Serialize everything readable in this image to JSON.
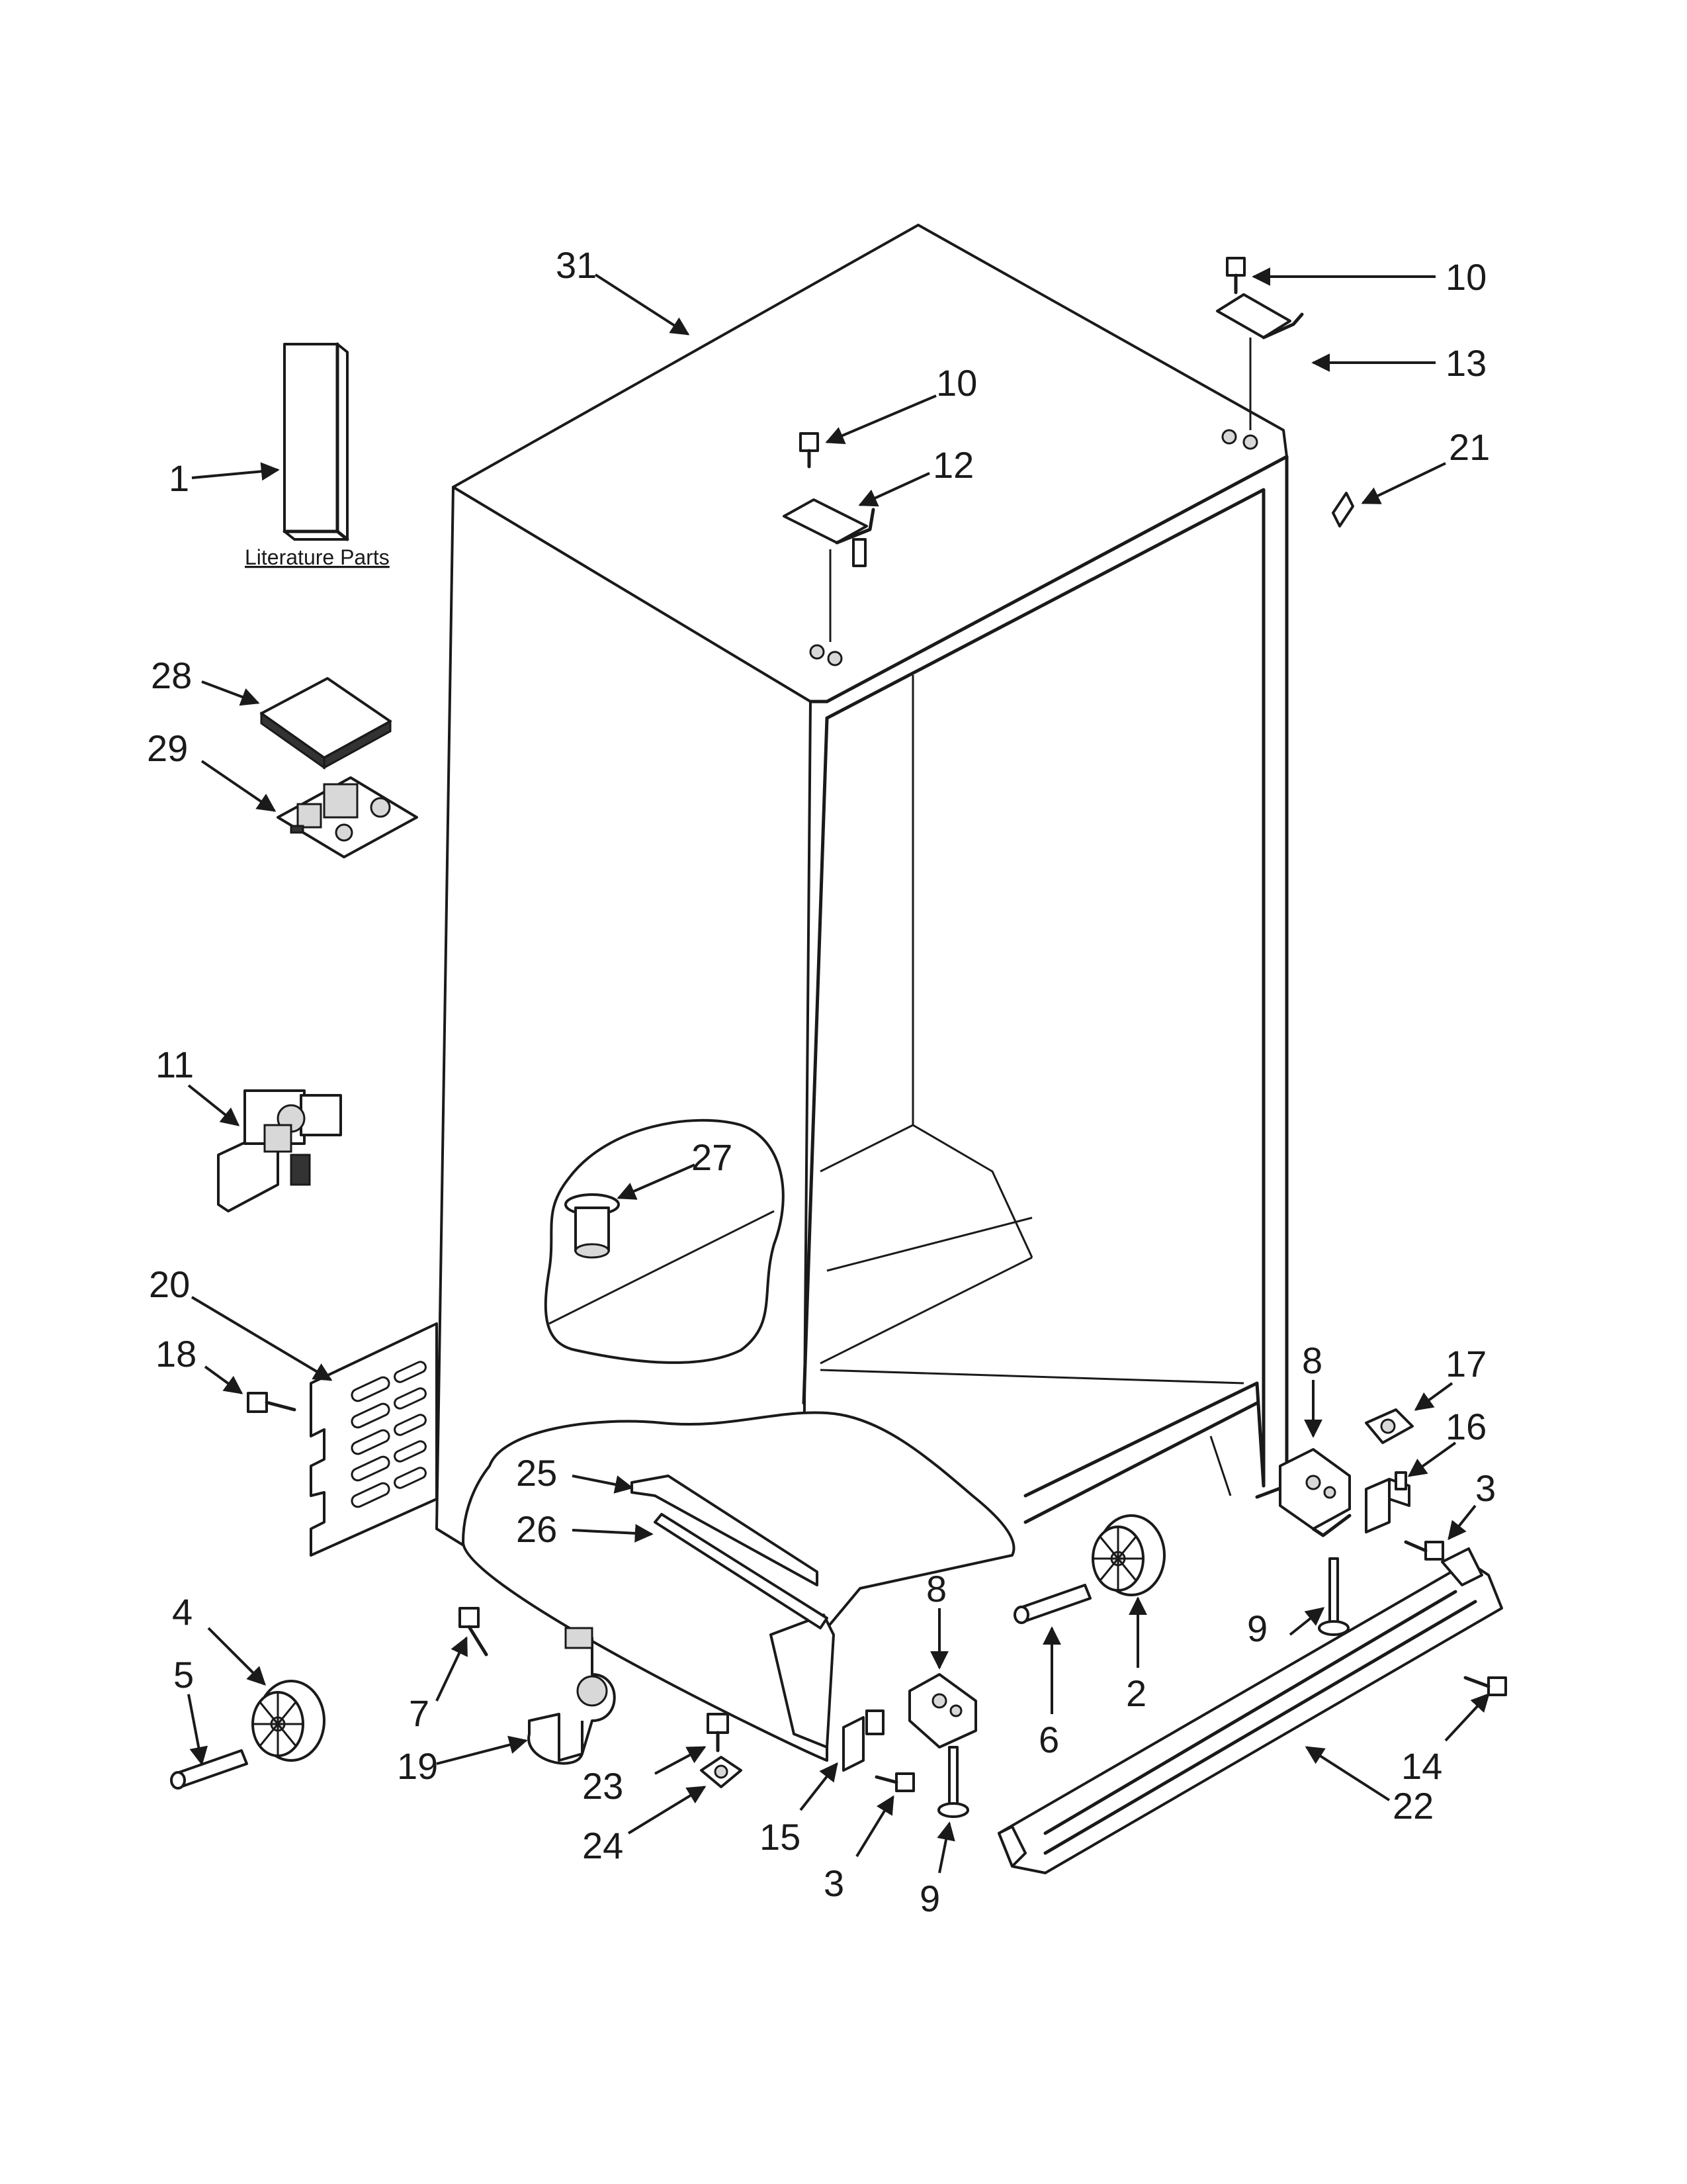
{
  "caption": "Literature Parts",
  "callouts": [
    "31",
    "10",
    "13",
    "1",
    "10",
    "12",
    "21",
    "28",
    "29",
    "11",
    "27",
    "20",
    "18",
    "8",
    "17",
    "16",
    "3",
    "25",
    "26",
    "4",
    "8",
    "9",
    "5",
    "7",
    "6",
    "2",
    "14",
    "19",
    "23",
    "22",
    "15",
    "24",
    "3",
    "9"
  ]
}
